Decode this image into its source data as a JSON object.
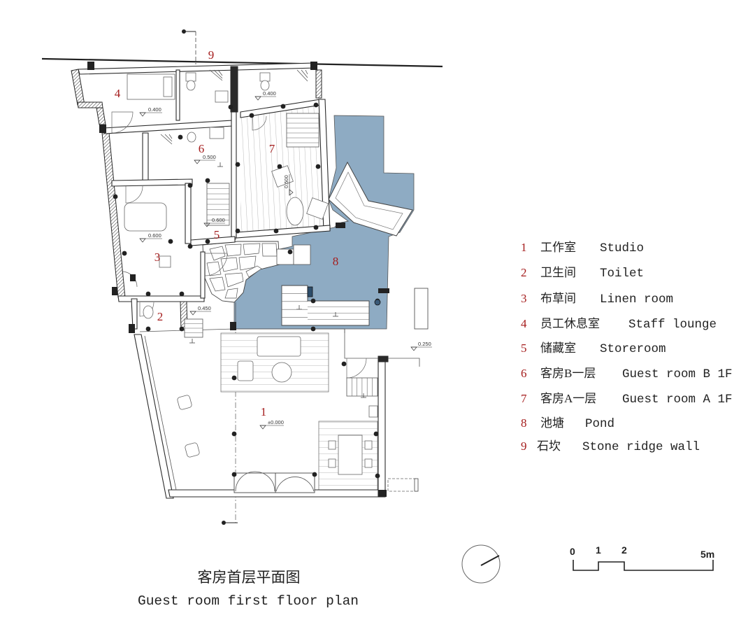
{
  "plan": {
    "room_labels": [
      "1",
      "2",
      "3",
      "4",
      "5",
      "6",
      "7",
      "8",
      "9"
    ],
    "elevations": {
      "room4": "0.400",
      "room9": "0.400",
      "room6": "0.500",
      "room7": "0.500",
      "room3": "0.600",
      "room5": "0.600",
      "toilet_step": "0.450",
      "outdoor": "0.250",
      "studio": "±0.000"
    }
  },
  "legend": [
    {
      "num": "1",
      "zh": "工作室",
      "en": "Studio"
    },
    {
      "num": "2",
      "zh": "卫生间",
      "en": "Toilet"
    },
    {
      "num": "3",
      "zh": "布草间",
      "en": "Linen room"
    },
    {
      "num": "4",
      "zh": "员工休息室",
      "en": "Staff lounge"
    },
    {
      "num": "5",
      "zh": "储藏室",
      "en": "Storeroom"
    },
    {
      "num": "6",
      "zh": "客房B一层",
      "en": "Guest room B 1F"
    },
    {
      "num": "7",
      "zh": "客房A一层",
      "en": "Guest room A 1F"
    },
    {
      "num": "8",
      "zh": "池塘",
      "en": "Pond"
    },
    {
      "num": "9",
      "zh": "石坎",
      "en": "Stone ridge wall"
    }
  ],
  "title": {
    "zh": "客房首层平面图",
    "en": "Guest room first floor plan"
  },
  "scale_bar": {
    "t0": "0",
    "t1": "1",
    "t2": "2",
    "t5": "5m"
  },
  "compass": {
    "icon": "north-arrow-icon"
  },
  "colors": {
    "room_number": "#a51d1d",
    "pond": "#8eabc3",
    "line": "#2a2a2a"
  }
}
